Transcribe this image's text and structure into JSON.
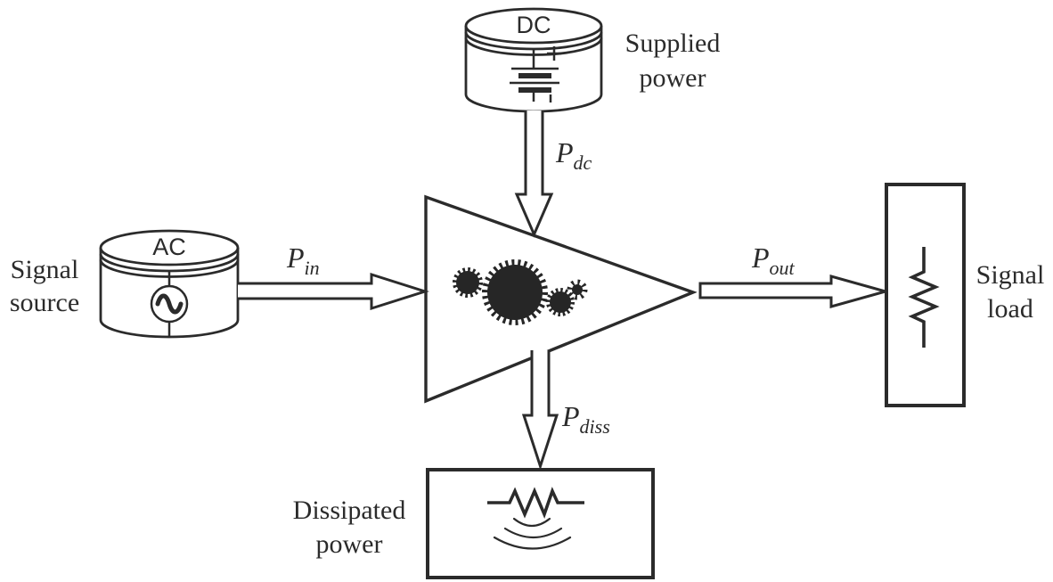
{
  "nodes": {
    "supply": {
      "cylinder_label": "DC",
      "caption": [
        "Supplied",
        "power"
      ],
      "icon": "battery-icon"
    },
    "source": {
      "cylinder_label": "AC",
      "caption": [
        "Signal",
        "source"
      ],
      "icon": "ac-sine-source-icon"
    },
    "load": {
      "caption": [
        "Signal",
        "load"
      ],
      "icon": "resistor-icon"
    },
    "dissipation": {
      "caption": [
        "Dissipated",
        "power"
      ],
      "icon": "resistor-heat-icon"
    },
    "amplifier": {
      "icon": "gears-icon"
    }
  },
  "power_labels": {
    "p_dc": {
      "symbol": "P",
      "subscript": "dc"
    },
    "p_in": {
      "symbol": "P",
      "subscript": "in"
    },
    "p_out": {
      "symbol": "P",
      "subscript": "out"
    },
    "p_diss": {
      "symbol": "P",
      "subscript": "diss"
    }
  },
  "colors": {
    "line": "#2b2b2b",
    "background": "#ffffff",
    "gear_fill": "#262626"
  }
}
